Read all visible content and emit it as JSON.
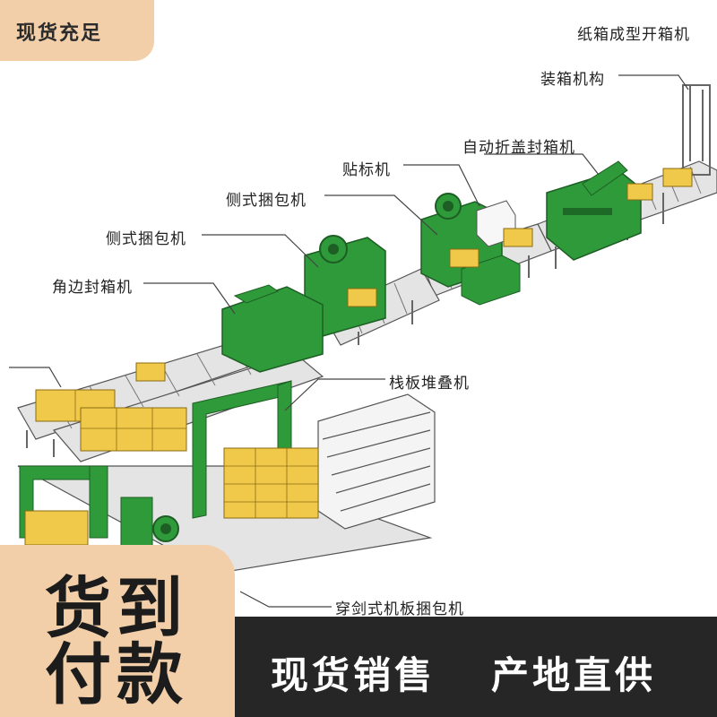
{
  "labels": {
    "carton_forming": "纸箱成型开箱机",
    "packing_mechanism": "装箱机构",
    "auto_fold_sealer": "自动折盖封箱机",
    "labeler": "贴标机",
    "side_strapper_1": "侧式捆包机",
    "side_strapper_2": "侧式捆包机",
    "corner_sealer": "角边封箱机",
    "pallet_stacker": "栈板堆叠机",
    "pallet_strapper": "穿剑式机板捆包机"
  },
  "badges": {
    "top": "现货充足",
    "big_line1": "货到",
    "big_line2": "付款"
  },
  "banner": {
    "slogan_left": "现货销售",
    "slogan_right": "产地直供"
  },
  "colors": {
    "machine_green": "#2f9a3a",
    "box_yellow": "#f0c94a",
    "roller_gray": "#d9d9d9",
    "badge_peach": "#f2cfa9",
    "banner_dark": "#262626"
  }
}
